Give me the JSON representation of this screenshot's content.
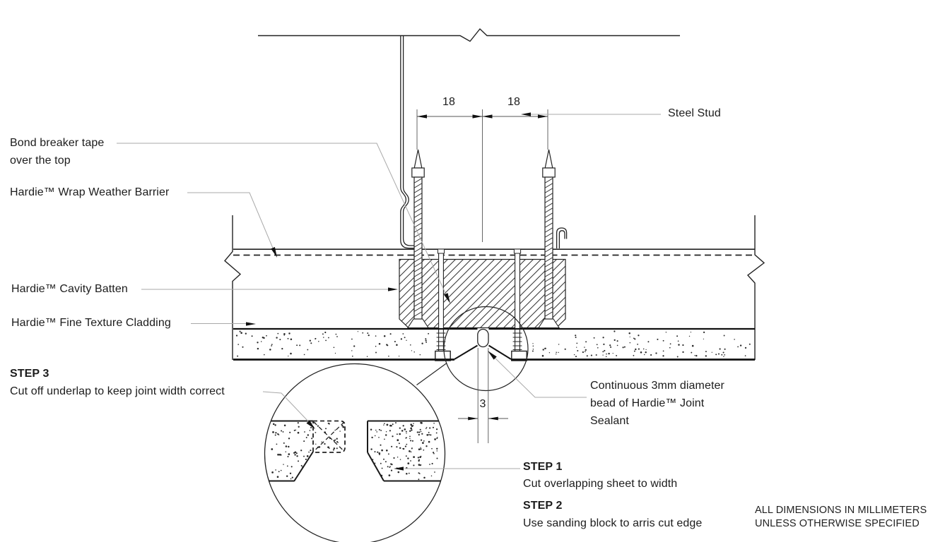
{
  "drawing": {
    "callouts": {
      "bond_breaker_line1": "Bond breaker tape",
      "bond_breaker_line2": "over the top",
      "wrap_barrier": "Hardie™ Wrap Weather Barrier",
      "cavity_batten": "Hardie™ Cavity Batten",
      "cladding": "Hardie™ Fine Texture Cladding",
      "steel_stud": "Steel Stud",
      "sealant_line1": "Continuous 3mm diameter",
      "sealant_line2": "bead of Hardie™ Joint",
      "sealant_line3": "Sealant"
    },
    "steps": [
      {
        "title": "STEP 1",
        "text": "Cut overlapping sheet to width"
      },
      {
        "title": "STEP 2",
        "text": "Use sanding block to arris cut edge"
      },
      {
        "title": "STEP 3",
        "text": "Cut off underlap to keep joint width correct"
      }
    ],
    "dimensions": {
      "left_spacing": "18",
      "right_spacing": "18",
      "joint_width": "3"
    },
    "notes": {
      "line1": "ALL DIMENSIONS IN MILLIMETERS",
      "line2": "UNLESS OTHERWISE SPECIFIED"
    }
  }
}
